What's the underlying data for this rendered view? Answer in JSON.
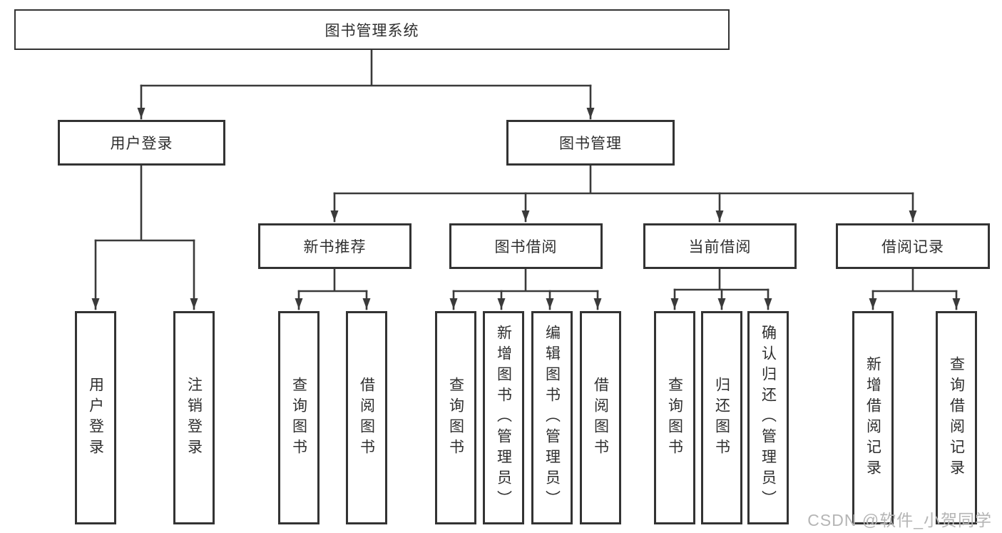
{
  "root": {
    "label": "图书管理系统"
  },
  "level2": [
    {
      "label": "用户登录"
    },
    {
      "label": "图书管理"
    }
  ],
  "level3": [
    {
      "label": "新书推荐"
    },
    {
      "label": "图书借阅"
    },
    {
      "label": "当前借阅"
    },
    {
      "label": "借阅记录"
    }
  ],
  "leaves": [
    {
      "label": "用户登录"
    },
    {
      "label": "注销登录"
    },
    {
      "label": "查询图书"
    },
    {
      "label": "借阅图书"
    },
    {
      "label": "查询图书"
    },
    {
      "label": "新增图书（管理员）"
    },
    {
      "label": "编辑图书（管理员）"
    },
    {
      "label": "借阅图书"
    },
    {
      "label": "查询图书"
    },
    {
      "label": "归还图书"
    },
    {
      "label": "确认归还（管理员）"
    },
    {
      "label": "新增借阅记录"
    },
    {
      "label": "查询借阅记录"
    }
  ],
  "watermark": "CSDN @软件_小贺同学",
  "colors": {
    "line": "#3a3a3a",
    "border": "#333333",
    "text": "#2f2f2f",
    "watermark": "#b5b5b5"
  }
}
